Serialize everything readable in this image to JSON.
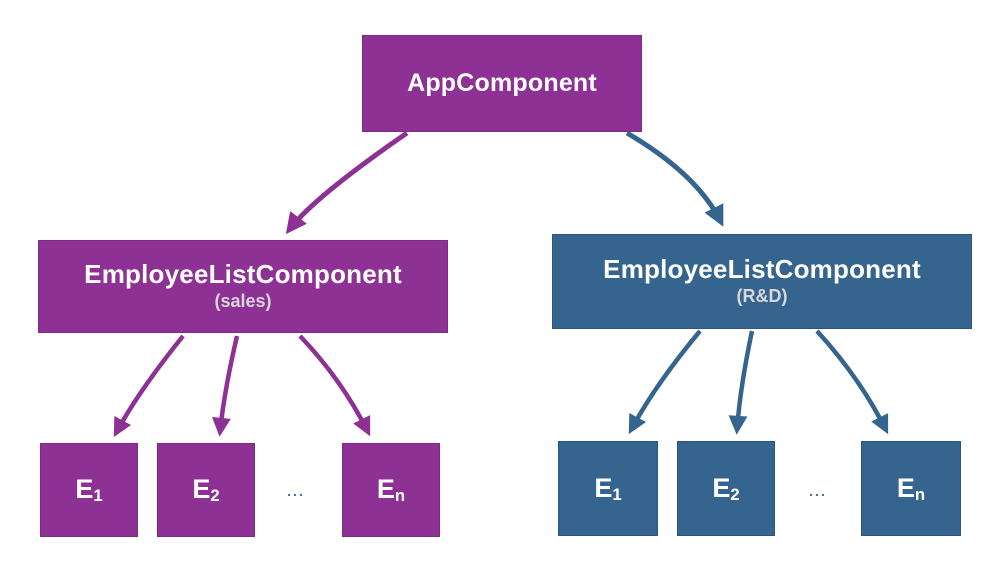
{
  "diagram": {
    "root": {
      "label": "AppComponent"
    },
    "branches": [
      {
        "id": "sales",
        "label": "EmployeeListComponent",
        "sublabel": "(sales)",
        "color": "#8d3194",
        "children": [
          {
            "base": "E",
            "sub": "1"
          },
          {
            "base": "E",
            "sub": "2"
          },
          {
            "base": "E",
            "sub": "n"
          }
        ],
        "ellipsis": "..."
      },
      {
        "id": "rnd",
        "label": "EmployeeListComponent",
        "sublabel": "(R&D)",
        "color": "#35658e",
        "children": [
          {
            "base": "E",
            "sub": "1"
          },
          {
            "base": "E",
            "sub": "2"
          },
          {
            "base": "E",
            "sub": "n"
          }
        ],
        "ellipsis": "..."
      }
    ],
    "colors": {
      "purple_box": "#8d3194",
      "purple_border": "#7c2a84",
      "blue_box": "#35658e",
      "blue_border": "#2c567c",
      "label_text": "#ffffff",
      "sublabel_text": "#d9d6db",
      "ellipsis_text": "#4a6f94",
      "background": "#ffffff"
    }
  }
}
